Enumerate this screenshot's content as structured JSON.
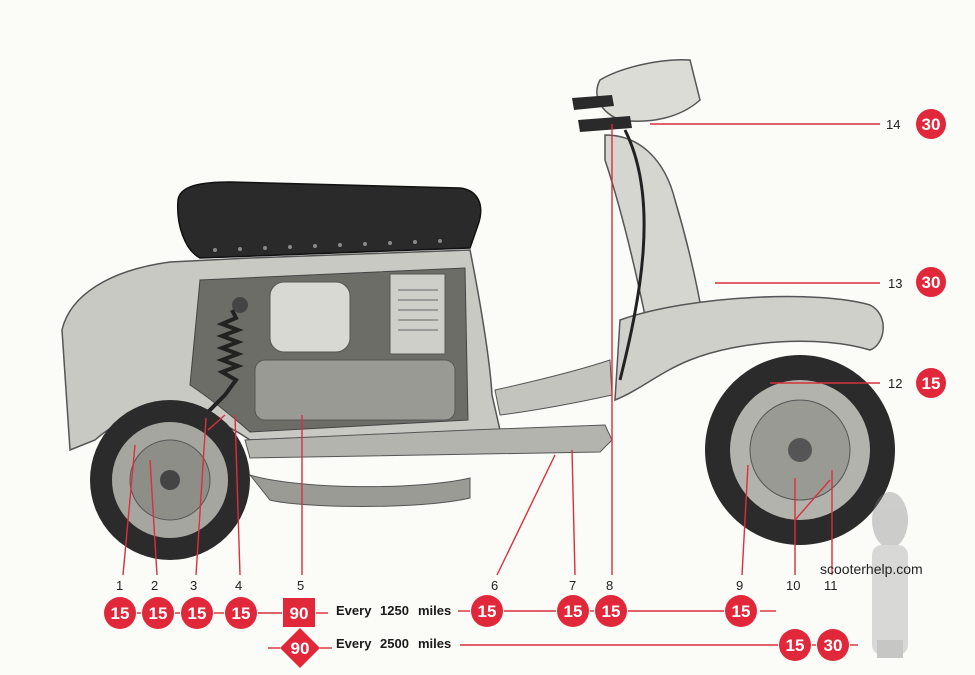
{
  "callout_numbers": [
    "1",
    "2",
    "3",
    "4",
    "5",
    "6",
    "7",
    "8",
    "9",
    "10",
    "11",
    "12",
    "13",
    "14"
  ],
  "callout_intervals": {
    "12": "15",
    "13": "30",
    "14": "30"
  },
  "schedule_rows": [
    {
      "label_every": "Every",
      "label_value": "1250",
      "label_unit": "miles"
    },
    {
      "label_every": "Every",
      "label_value": "2500",
      "label_unit": "miles"
    }
  ],
  "row1_badges": [
    "15",
    "15",
    "15",
    "15",
    "90",
    "15",
    "15",
    "15",
    "15"
  ],
  "row2_badges": [
    "90",
    "15",
    "30"
  ],
  "watermark": "scooterhelp.com",
  "colors": {
    "badge_red": "#e0283a",
    "line_red": "#d8303c",
    "ink": "#1a1a1a"
  }
}
